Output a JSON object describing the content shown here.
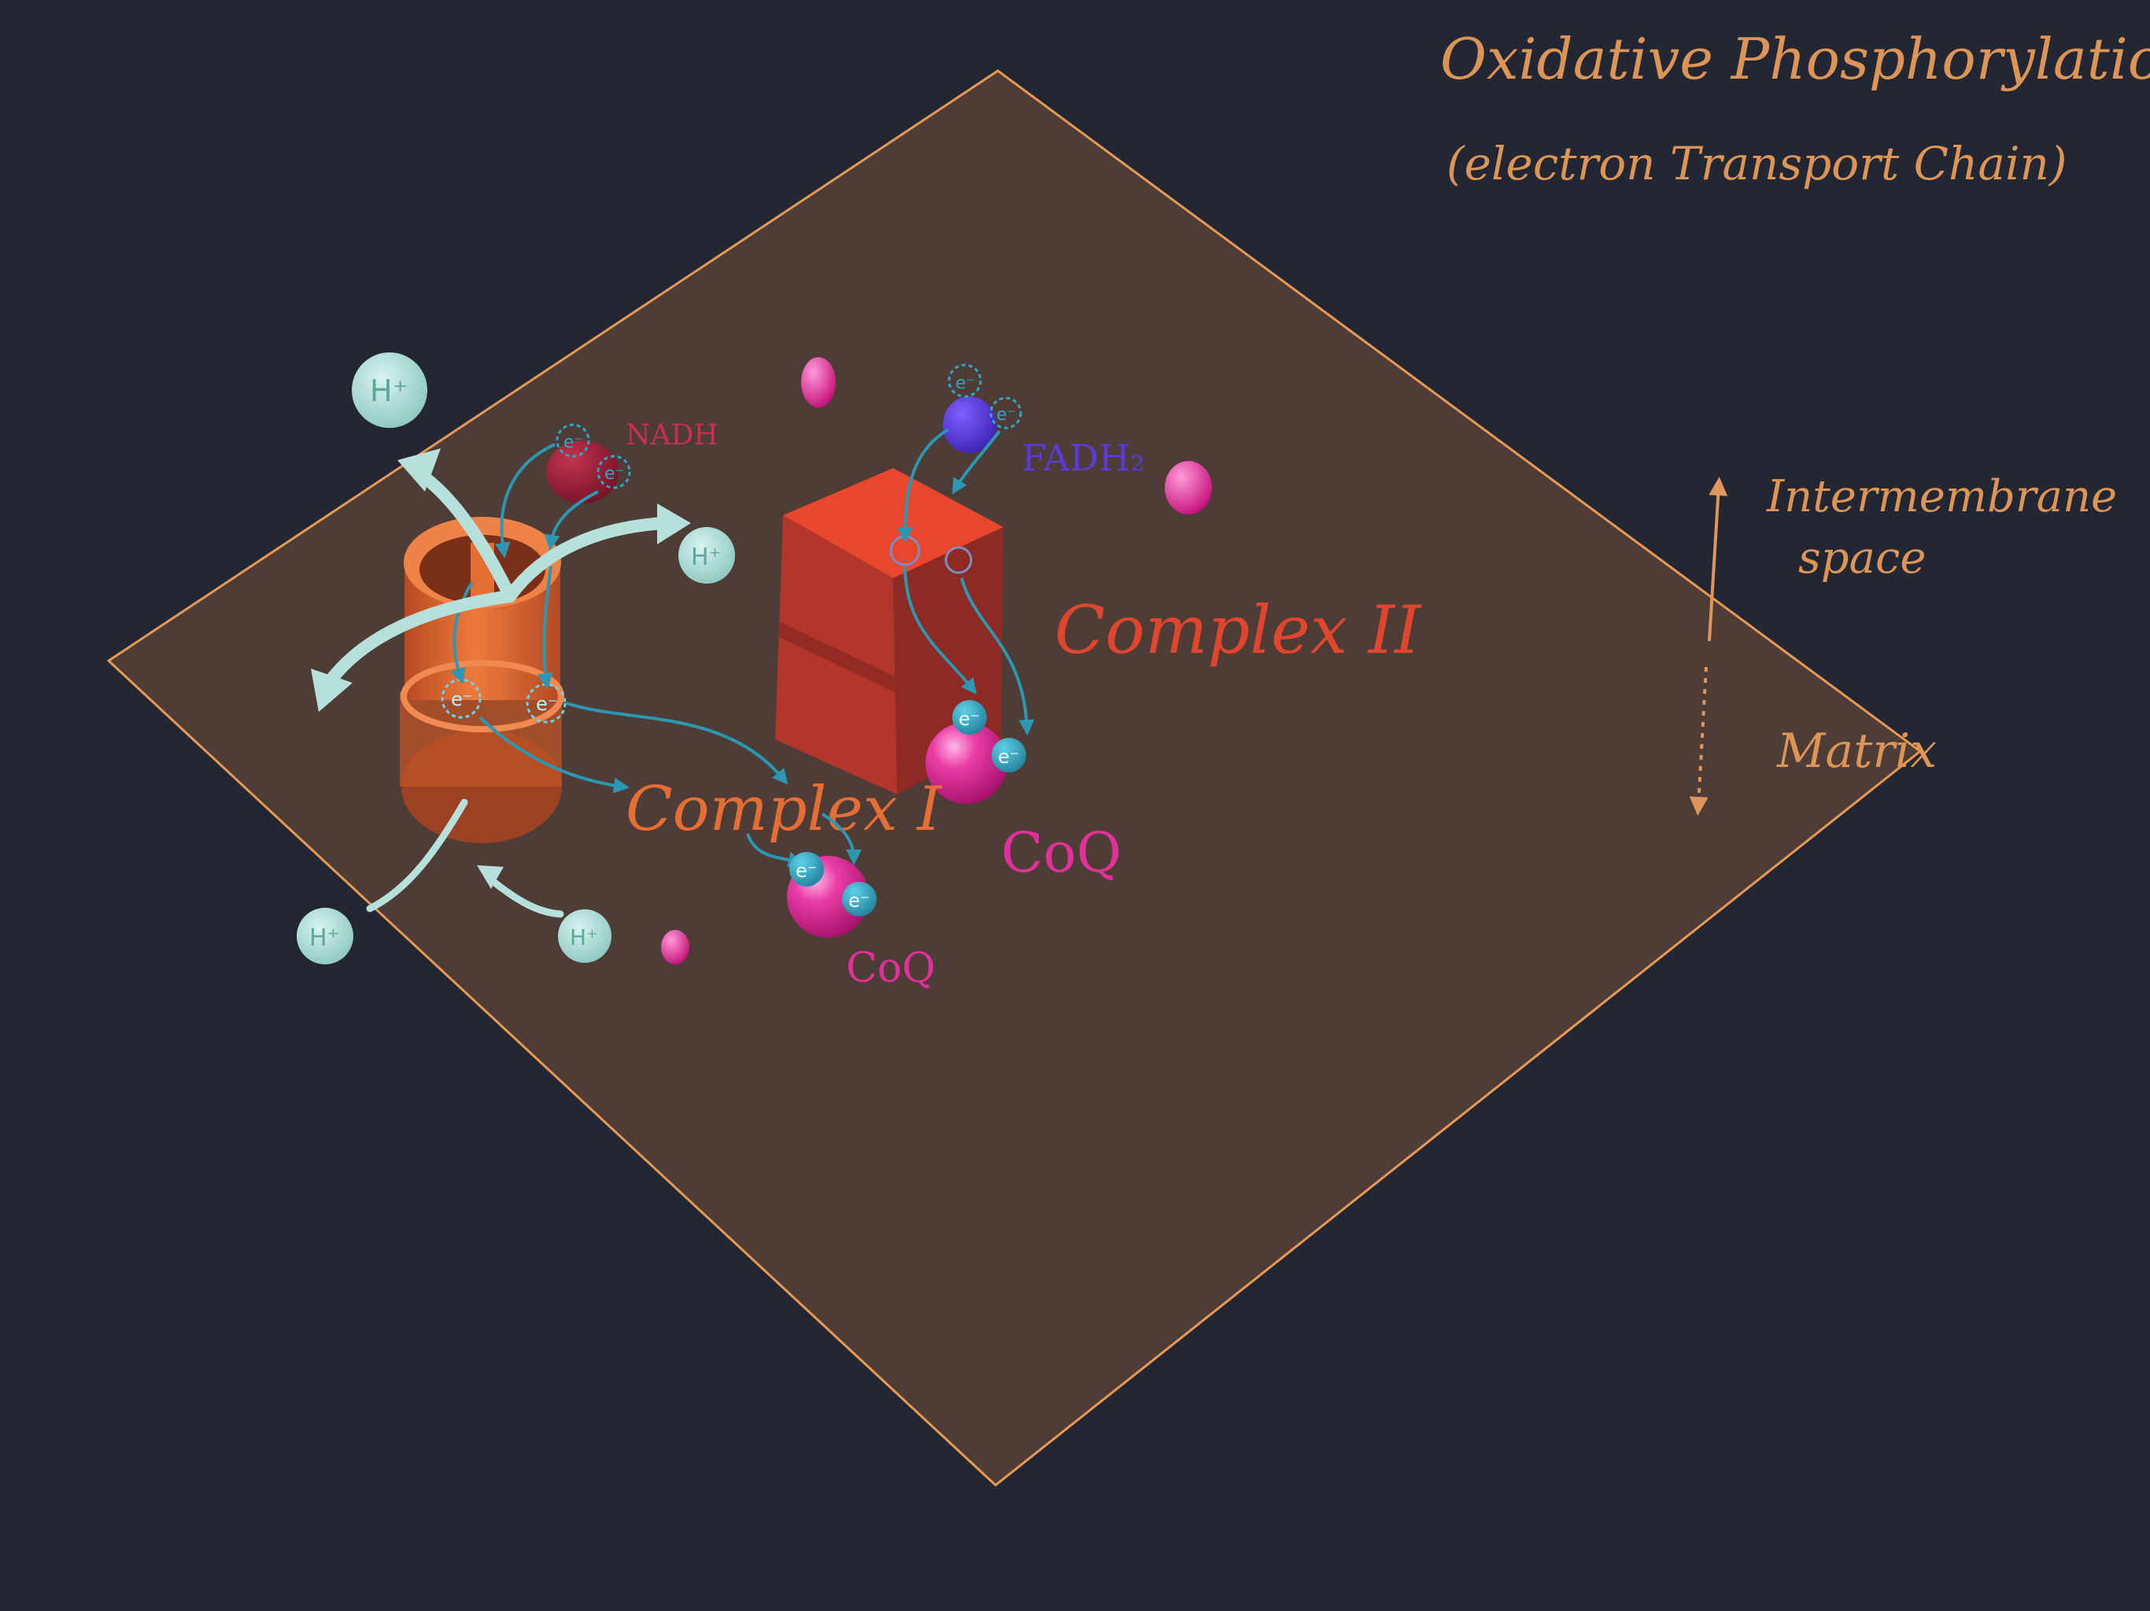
{
  "title": "Oxidative Phosphorylation",
  "subtitle": "(electron Transport Chain)",
  "regions": {
    "top": "Intermembrane",
    "top2": "space",
    "bottom": "Matrix"
  },
  "complex_i": {
    "label": "Complex I"
  },
  "complex_ii": {
    "label": "Complex II"
  },
  "molecules": {
    "nadh": "NADH",
    "fadh2": "FADH₂",
    "coq": "CoQ",
    "proton": "H⁺",
    "electron": "e⁻"
  },
  "colors": {
    "background": "#232733",
    "membrane": "#4e3c36",
    "membrane_edge": "#e89a55",
    "title": "#dc9556",
    "complex_i": "#e56e34",
    "complex_ii": "#c9392b",
    "coq": "#e0309a",
    "nadh": "#b42544",
    "fadh2": "#5a3bd8",
    "proton": "#b6e0da",
    "electron": "#2f9bb5"
  }
}
